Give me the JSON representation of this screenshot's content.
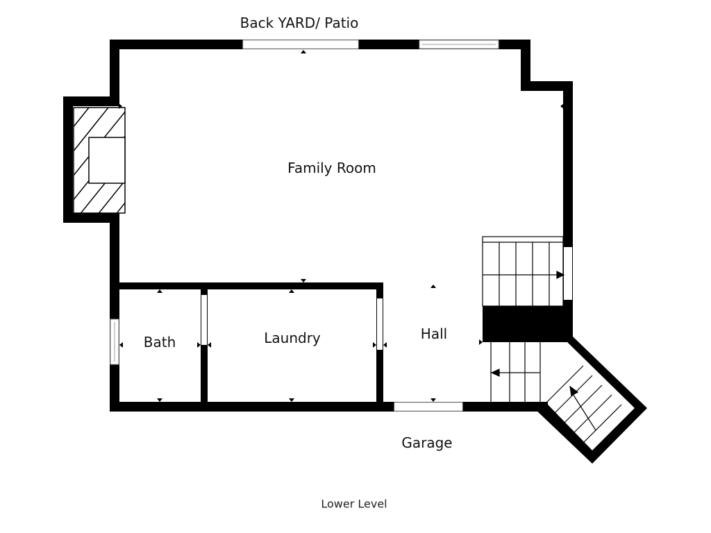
{
  "labels": {
    "top": "Back YARD/ Patio",
    "family_room": "Family Room",
    "bath": "Bath",
    "laundry": "Laundry",
    "hall": "Hall",
    "garage": "Garage",
    "level": "Lower Level"
  },
  "colors": {
    "wall": "#000000",
    "background": "#ffffff",
    "opening": "#ffffff"
  }
}
